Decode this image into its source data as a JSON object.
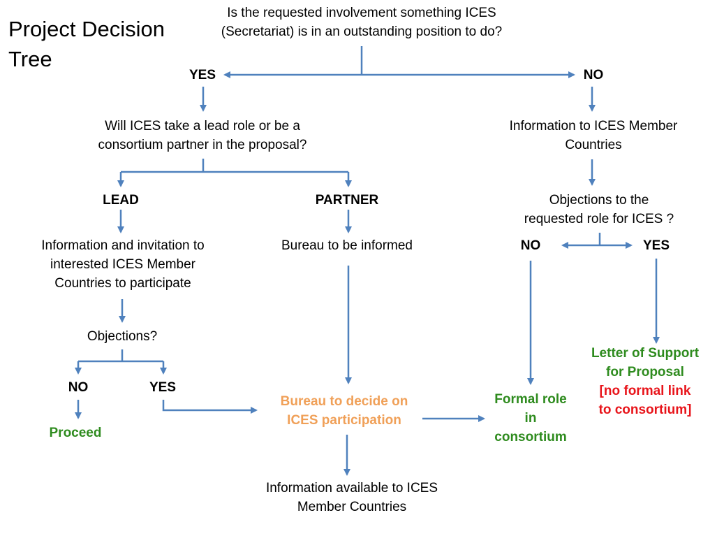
{
  "title": [
    "Project Decision",
    "Tree"
  ],
  "colors": {
    "arrow": "#4f81bd",
    "green": "#2e8b1e",
    "orange": "#f0a058",
    "red": "#e8141a"
  },
  "nodes": {
    "root": [
      "Is the requested involvement something ICES",
      "(Secretariat) is in an outstanding position to do?"
    ],
    "yes_top": "YES",
    "no_top": "NO",
    "lead_or_partner": [
      "Will ICES take a lead role or be a",
      "consortium partner in the proposal?"
    ],
    "info_member_countries": [
      "Information to ICES Member",
      "Countries"
    ],
    "lead": "LEAD",
    "partner": "PARTNER",
    "objections_role": [
      "Objections to the",
      "requested role for ICES ?"
    ],
    "info_invitation": [
      "Information and invitation to",
      "interested ICES Member",
      "Countries to participate"
    ],
    "bureau_informed": "Bureau to be informed",
    "no_role": "NO",
    "yes_role": "YES",
    "objections": "Objections?",
    "no_obj": "NO",
    "yes_obj": "YES",
    "proceed": "Proceed",
    "bureau_decide": [
      "Bureau to decide on",
      "ICES participation"
    ],
    "formal_role": [
      "Formal role",
      "in",
      "consortium"
    ],
    "letter_support": [
      "Letter of Support",
      "for Proposal"
    ],
    "no_formal_link": [
      "[no formal link",
      "to consortium]"
    ],
    "info_available": [
      "Information available to ICES",
      "Member Countries"
    ]
  }
}
